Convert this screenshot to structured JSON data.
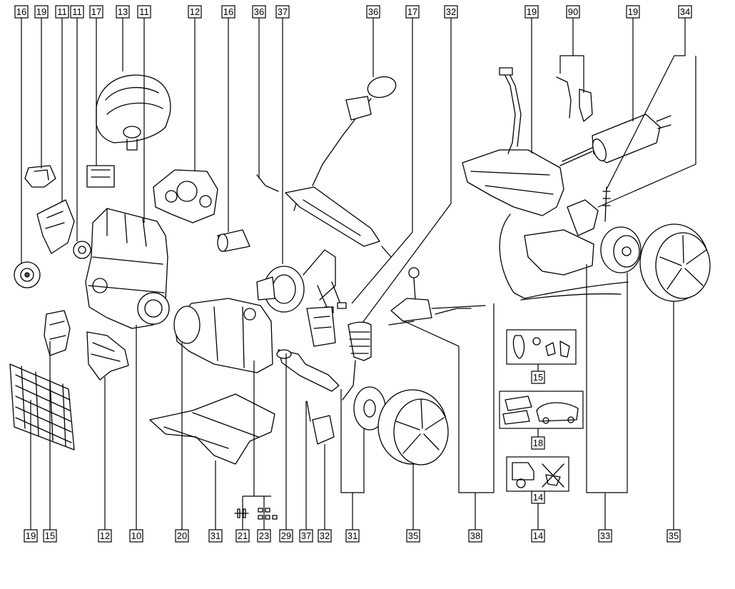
{
  "top_labels": [
    "16",
    "19",
    "11",
    "11",
    "17",
    "13",
    "11",
    "12",
    "16",
    "36",
    "37",
    "36",
    "17",
    "32",
    "19",
    "90",
    "19",
    "34"
  ],
  "bottom_labels": [
    "19",
    "15",
    "12",
    "10",
    "20",
    "31",
    "21",
    "23",
    "29",
    "37",
    "32",
    "31",
    "35",
    "38",
    "14",
    "33",
    "35"
  ],
  "inset_labels": [
    "15",
    "18",
    "14"
  ],
  "colors": {
    "line": "#000000",
    "background": "#ffffff"
  }
}
